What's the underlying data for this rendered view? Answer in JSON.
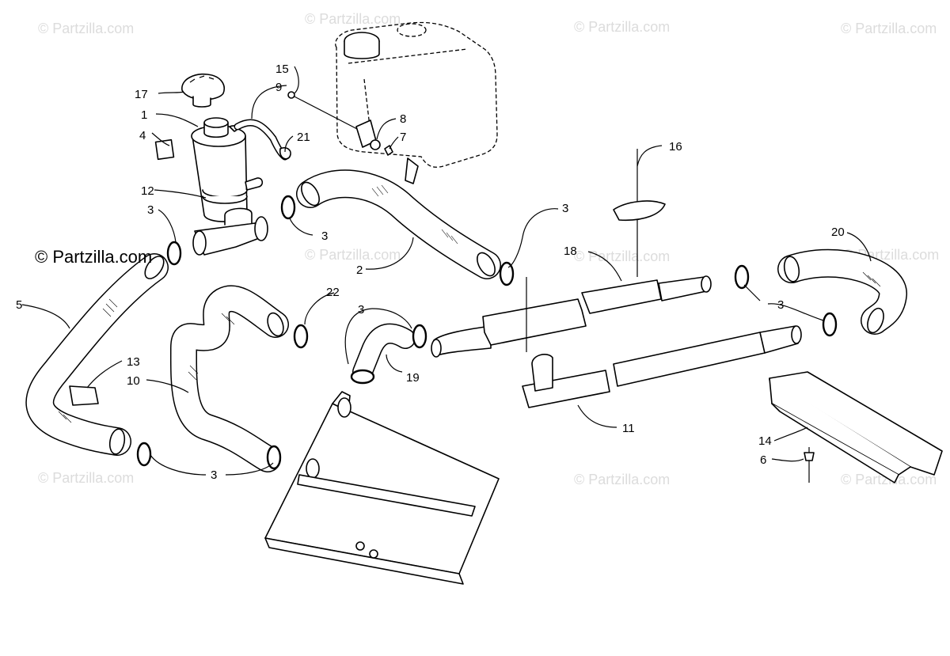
{
  "watermark": {
    "text": "© Partzilla.com",
    "main_text": "© Partzilla.com"
  },
  "callouts": {
    "c1": "1",
    "c2": "2",
    "c3a": "3",
    "c3b": "3",
    "c3c": "3",
    "c3d": "3",
    "c3e": "3",
    "c4": "4",
    "c5": "5",
    "c6": "6",
    "c7": "7",
    "c8": "8",
    "c9": "9",
    "c10": "10",
    "c11": "11",
    "c12": "12",
    "c13": "13",
    "c14": "14",
    "c15": "15",
    "c16": "16",
    "c17": "17",
    "c18": "18",
    "c19": "19",
    "c20": "20",
    "c21": "21",
    "c22": "22"
  },
  "colors": {
    "line": "#000000",
    "watermark": "#dcdcdc",
    "background": "#ffffff"
  }
}
